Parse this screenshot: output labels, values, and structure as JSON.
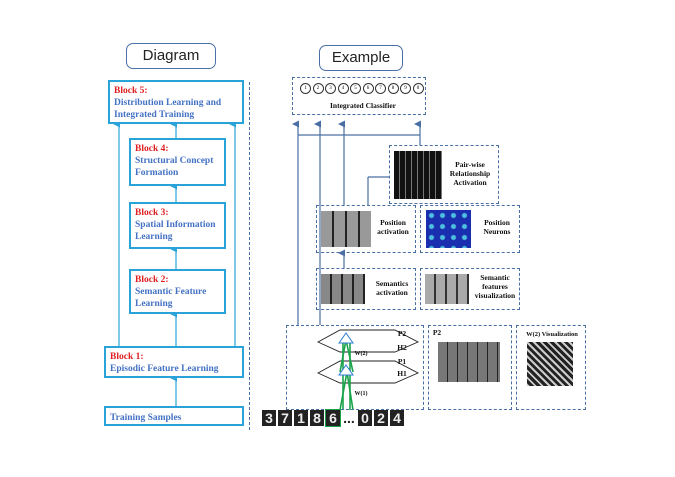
{
  "headers": {
    "diagram": "Diagram",
    "example": "Example"
  },
  "blocks": [
    {
      "title": "Block 5:",
      "text": "Distribution Learning and Integrated Training"
    },
    {
      "title": "Block 4:",
      "text": "Structural Concept Formation"
    },
    {
      "title": "Block 3:",
      "text": "Spatial Information Learning"
    },
    {
      "title": "Block 2:",
      "text": "Semantic Feature Learning"
    },
    {
      "title": "Block 1:",
      "text": "Episodic Feature Learning"
    }
  ],
  "training_samples": "Training Samples",
  "classifier": {
    "label": "Integrated Classifier",
    "nodes": [
      "1",
      "2",
      "3",
      "4",
      "5",
      "6",
      "7",
      "8",
      "9",
      "0"
    ]
  },
  "example": {
    "pairwise": "Pair-wise Relationship Activation",
    "position_activation": "Position activation",
    "position_neurons": "Position Neurons",
    "semantics_activation": "Semantics activation",
    "semantic_features": "Semantic features visualization",
    "p2": "P2",
    "h2": "H2",
    "p1": "P1",
    "h1": "H1",
    "w2": "W(2)",
    "w1": "W(1)",
    "p2_panel": "P2",
    "w2_vis": "W(2) Visualization",
    "digits": [
      "3",
      "7",
      "1",
      "8",
      "6",
      "...",
      "0",
      "2",
      "4"
    ]
  }
}
